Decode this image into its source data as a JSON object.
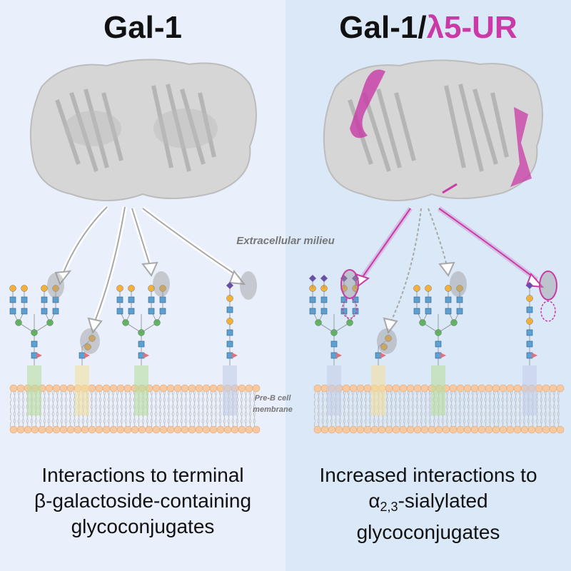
{
  "left_panel": {
    "title": "Gal-1",
    "caption": [
      "Interactions to terminal",
      "β-galactoside-containing",
      "glycoconjugates"
    ]
  },
  "right_panel": {
    "title_prefix": "Gal-1/",
    "title_highlight": "λ5-UR",
    "caption_line1": "Increased interactions to",
    "caption_alpha": "α",
    "caption_sub": "2,3",
    "caption_rest": "-sialylated",
    "caption_line3": "glycoconjugates"
  },
  "labels": {
    "extracellular": "Extracellular  milieu",
    "membrane_line1": "Pre-B cell",
    "membrane_line2": "membrane"
  },
  "colors": {
    "highlight": "#c93aa6",
    "protein": "#d4d4d4",
    "galactose": "#f2b13a",
    "glcnac": "#5ba1d4",
    "mannose": "#5cb85c",
    "sialic_acid": "#6a4fa8",
    "fucose": "#e0707a"
  }
}
